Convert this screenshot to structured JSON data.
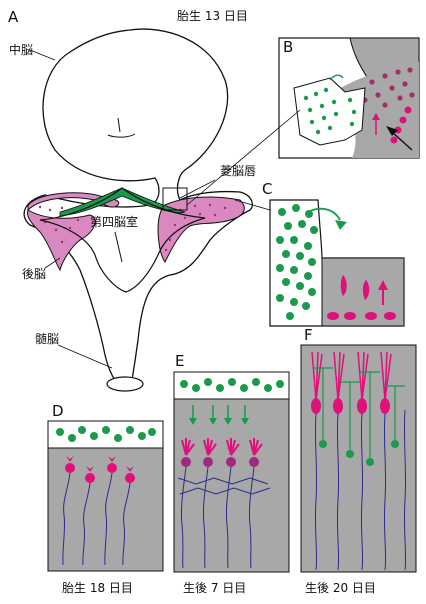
{
  "panels": {
    "A": "A",
    "B": "B",
    "C": "C",
    "D": "D",
    "E": "E",
    "F": "F"
  },
  "labels": {
    "embryo_day": "胎生 13 日目",
    "midbrain": "中脳",
    "rhombic_lip": "菱脳唇",
    "fourth_ventricle": "第四脳室",
    "hindbrain": "後脳",
    "medulla": "髄脳"
  },
  "stages": {
    "D": "胎生 18 日目",
    "E": "生後 7 日目",
    "F": "生後 20 日目"
  },
  "colors": {
    "granule_green": "#1a9a4a",
    "purkinje_magenta": "#e0107a",
    "hindbrain_fill": "#d989bf",
    "dots_pink": "#a0306a",
    "tissue_gray": "#a8a8a8",
    "dendrite_blue": "#2b2b8a"
  }
}
